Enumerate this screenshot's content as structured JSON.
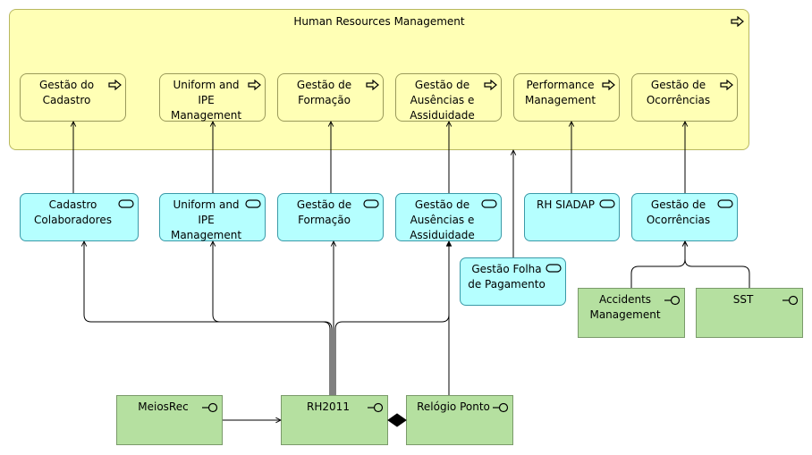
{
  "diagram": {
    "group_title": "Human Resources Management",
    "functions": [
      {
        "label": "Gestão do Cadastro"
      },
      {
        "label": "Uniform and IPE Management"
      },
      {
        "label": "Gestão de Formação"
      },
      {
        "label": "Gestão de Ausências e Assiduidade"
      },
      {
        "label": "Performance Management"
      },
      {
        "label": "Gestão de Ocorrências"
      }
    ],
    "services": [
      {
        "label": "Cadastro Colaboradores"
      },
      {
        "label": "Uniform and IPE Management"
      },
      {
        "label": "Gestão de Formação"
      },
      {
        "label": "Gestão de Ausências e Assiduidade"
      },
      {
        "label": "RH SIADAP"
      },
      {
        "label": "Gestão de Ocorrências"
      },
      {
        "label": "Gestão Folha de Pagamento"
      }
    ],
    "components": [
      {
        "label": "Accidents Management"
      },
      {
        "label": "SST"
      },
      {
        "label": "MeiosRec"
      },
      {
        "label": "RH2011"
      },
      {
        "label": "Relógio Ponto"
      }
    ],
    "icons": {
      "function": "function-arrow-icon",
      "service": "service-pill-icon",
      "interface": "interface-lollipop-icon"
    },
    "colors": {
      "function_fill": "#ffffb5",
      "service_fill": "#b5ffff",
      "component_fill": "#b5e0a0"
    }
  }
}
